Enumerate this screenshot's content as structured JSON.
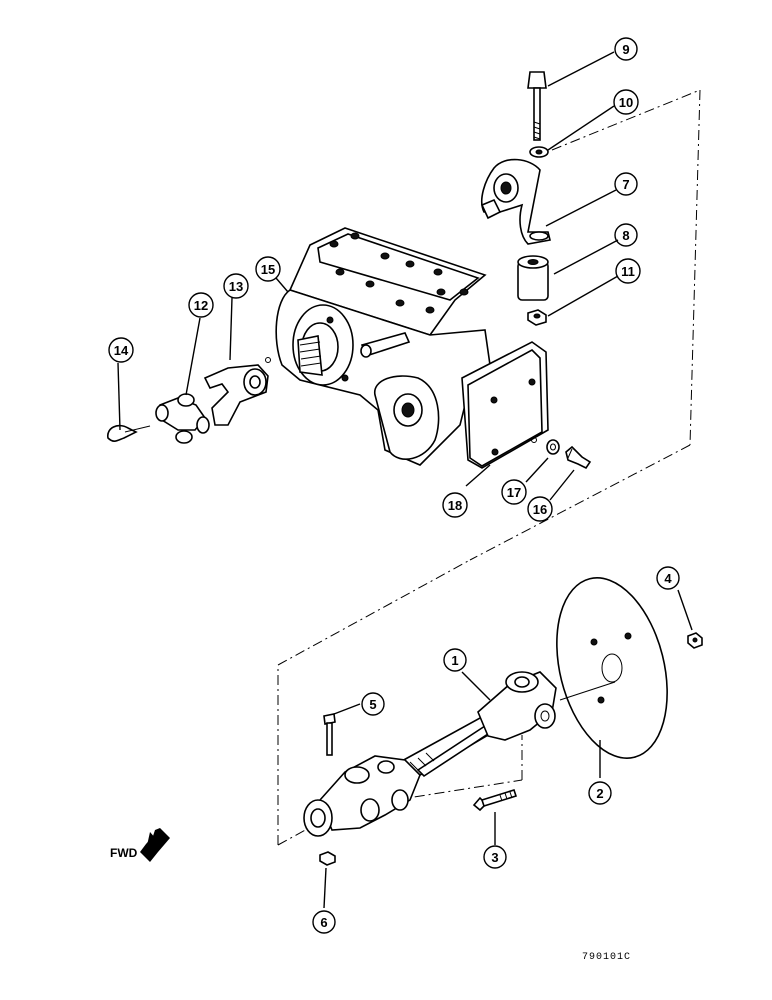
{
  "diagram": {
    "callouts": [
      {
        "id": "c1",
        "label": "1"
      },
      {
        "id": "c2",
        "label": "2"
      },
      {
        "id": "c3",
        "label": "3"
      },
      {
        "id": "c4",
        "label": "4"
      },
      {
        "id": "c5",
        "label": "5"
      },
      {
        "id": "c6",
        "label": "6"
      },
      {
        "id": "c7",
        "label": "7"
      },
      {
        "id": "c8",
        "label": "8"
      },
      {
        "id": "c9",
        "label": "9"
      },
      {
        "id": "c10",
        "label": "10"
      },
      {
        "id": "c11",
        "label": "11"
      },
      {
        "id": "c12",
        "label": "12"
      },
      {
        "id": "c13",
        "label": "13"
      },
      {
        "id": "c14",
        "label": "14"
      },
      {
        "id": "c15",
        "label": "15"
      },
      {
        "id": "c16",
        "label": "16"
      },
      {
        "id": "c17",
        "label": "17"
      },
      {
        "id": "c18",
        "label": "18"
      }
    ],
    "direction_label": "FWD",
    "figure_id": "790101C"
  }
}
